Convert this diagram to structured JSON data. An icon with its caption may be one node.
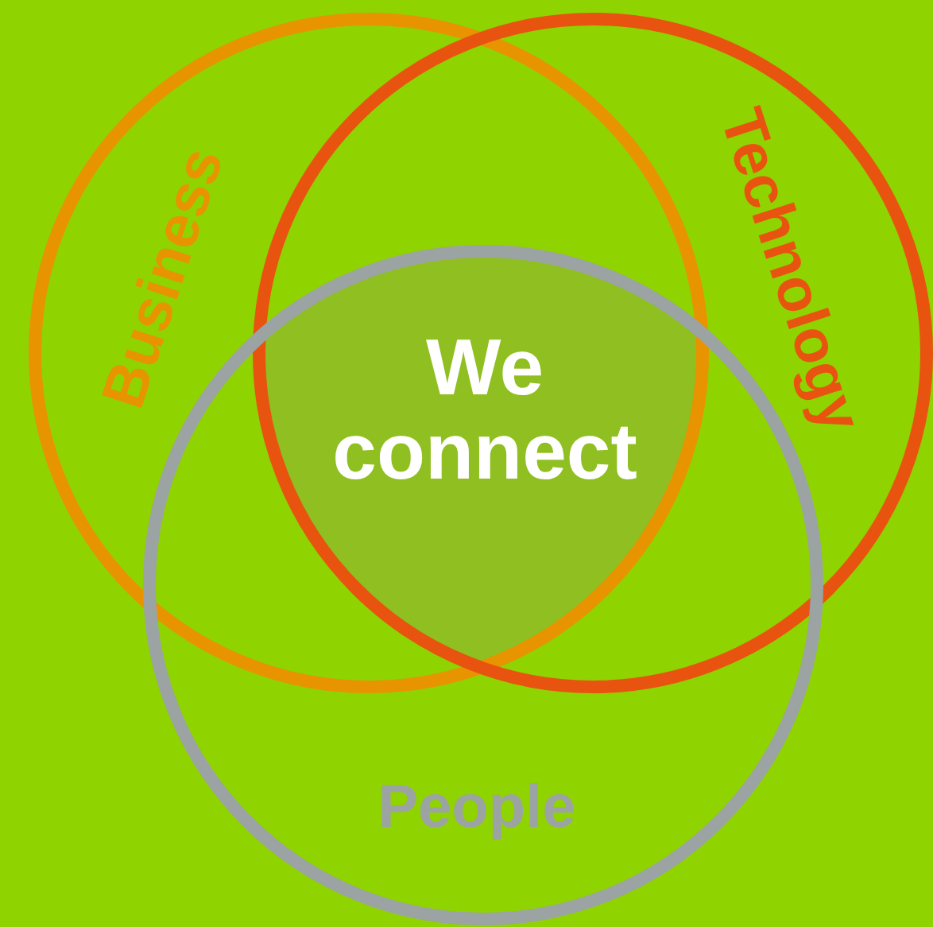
{
  "diagram": {
    "nodes": [
      {
        "text": [
          "Business"
        ]
      },
      {
        "text": [
          "Technology"
        ]
      },
      {
        "text": [
          "People"
        ]
      }
    ],
    "labels": [
      "We connect"
    ]
  }
}
